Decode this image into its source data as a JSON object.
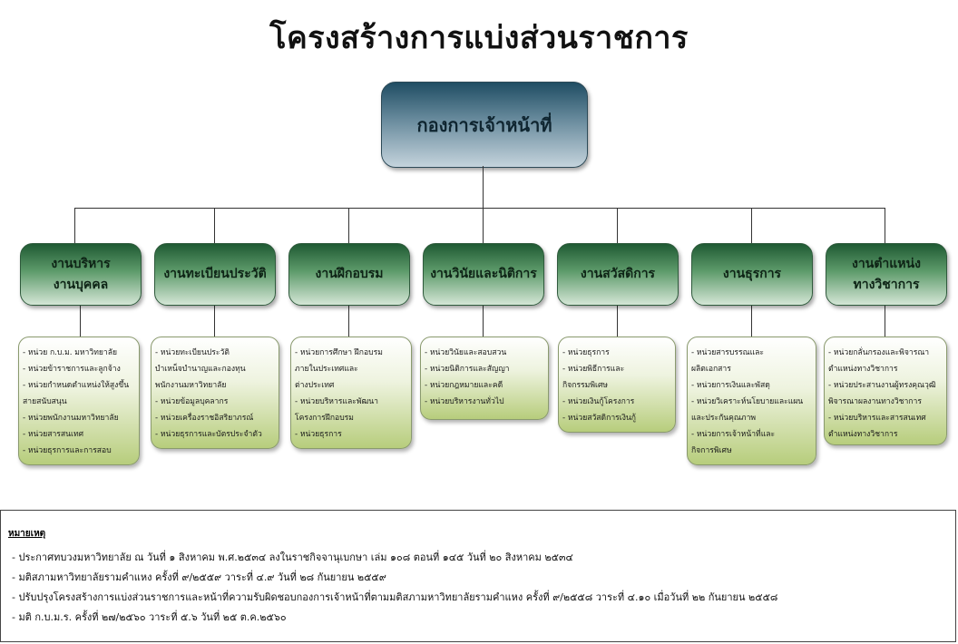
{
  "title": "โครงสร้างการแบ่งส่วนราชการ",
  "root": "กองการเจ้าหน้าที่",
  "departments": [
    {
      "line1": "งานบริหาร",
      "line2": "งานบุคคล",
      "units": [
        "- หน่วย ก.บ.ม. มหาวิทยาลัย",
        "- หน่วยข้าราชการและลูกจ้าง",
        "- หน่วยกำหนดตำแหน่งให้สูงขึ้น\n  สายสนับสนุน",
        "- หน่วยพนักงานมหาวิทยาลัย",
        "- หน่วยสารสนเทศ",
        "- หน่วยธุรการและการสอบ"
      ]
    },
    {
      "line1": "งานทะเบียนประวัติ",
      "line2": "",
      "units": [
        "- หน่วยทะเบียนประวัติ\n  บำเหน็จบำนาญและกองทุน\n  พนักงานมหาวิทยาลัย",
        "- หน่วยข้อมูลบุคลากร",
        "- หน่วยเครื่องราชอิสริยาภรณ์",
        "- หน่วยธุรการและบัตรประจำตัว"
      ]
    },
    {
      "line1": "งานฝึกอบรม",
      "line2": "",
      "units": [
        "- หน่วยการศึกษา ฝึกอบรม\n  ภายในประเทศและ\n  ต่างประเทศ",
        "- หน่วยบริหารและพัฒนา\n  โครงการฝึกอบรม",
        "- หน่วยธุรการ"
      ]
    },
    {
      "line1": "งานวินัยและนิติการ",
      "line2": "",
      "units": [
        "- หน่วยวินัยและสอบสวน",
        "- หน่วยนิติการและสัญญา",
        "- หน่วยกฎหมายและคดี",
        "- หน่วยบริหารงานทั่วไป"
      ]
    },
    {
      "line1": "งานสวัสดิการ",
      "line2": "",
      "units": [
        "- หน่วยธุรการ",
        "- หน่วยพิธีการและ\n  กิจกรรมพิเศษ",
        "- หน่วยเงินกู้โครงการ",
        "- หน่วยสวัสดิการเงินกู้"
      ]
    },
    {
      "line1": "งานธุรการ",
      "line2": "",
      "units": [
        "- หน่วยสารบรรณและ\n  ผลิตเอกสาร",
        "- หน่วยการเงินและพัสดุ",
        "- หน่วยวิเคราะห์นโยบายและแผน\n  และประกันคุณภาพ",
        "- หน่วยการเจ้าหน้าที่และ\n  กิจการพิเศษ"
      ]
    },
    {
      "line1": "งานตำแหน่ง",
      "line2": "ทางวิชาการ",
      "units": [
        "- หน่วยกลั่นกรองและพิจารณา\n  ตำแหน่งทางวิชาการ",
        "- หน่วยประสานงานผู้ทรงคุณวุฒิ\n  พิจารณาผลงานทางวิชาการ",
        "- หน่วยบริหารและสารสนเทศ\n  ตำแหน่งทางวิชาการ"
      ]
    }
  ],
  "notes": {
    "title": "หมายเหตุ",
    "items": [
      "- ประกาศทบวงมหาวิทยาลัย ณ วันที่ ๑ สิงหาคม พ.ศ.๒๕๓๔ ลงในราชกิจจานุเบกษา เล่ม ๑๐๘ ตอนที่ ๑๔๕ วันที่ ๒๐ สิงหาคม ๒๕๓๔",
      "- มติสภามหาวิทยาลัยรามคำแหง ครั้งที่ ๙/๒๕๕๙ วาระที่ ๔.๙ วันที่ ๒๘ กันยายน ๒๕๕๙",
      "- ปรับปรุงโครงสร้างการแบ่งส่วนราชการและหน้าที่ความรับผิดชอบกองการเจ้าหน้าที่ตามมติสภามหาวิทยาลัยรามคำแหง ครั้งที่ ๙/๒๕๕๘ วาระที่ ๔.๑๐ เมื่อวันที่ ๒๒ กันยายน ๒๕๕๘",
      "- มติ ก.บ.ม.ร. ครั้งที่ ๒๗/๒๕๖๐ วาระที่ ๕.๖ วันที่ ๒๕ ต.ค.๒๕๖๐"
    ]
  }
}
